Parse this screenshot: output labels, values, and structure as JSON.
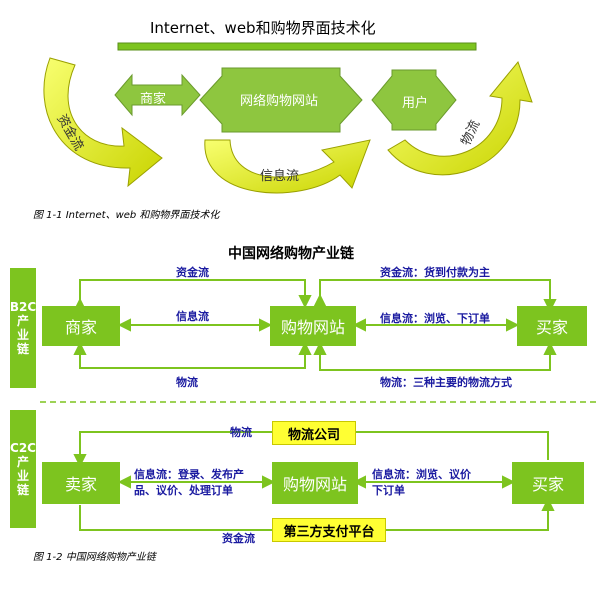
{
  "fig1": {
    "header": "Internet、web和购物界面技术化",
    "box_merchant": "商家",
    "box_site": "网络购物网站",
    "box_user": "用户",
    "flow_capital": "资金流",
    "flow_info": "信息流",
    "flow_logistics": "物流",
    "caption": "图 1-1 Internet、web 和购物界面技术化"
  },
  "fig2": {
    "title": "中国网络购物产业链",
    "b2c": {
      "side_label": [
        "B2C",
        "产",
        "业",
        "链"
      ],
      "merchant": "商家",
      "site": "购物网站",
      "buyer": "买家",
      "left_capital": "资金流",
      "left_info": "信息流",
      "left_logistics": "物流",
      "right_capital": "资金流：货到付款为主",
      "right_info": "信息流：浏览、下订单",
      "right_logistics": "物流：三种主要的物流方式"
    },
    "c2c": {
      "side_label": [
        "C2C",
        "产",
        "业",
        "链"
      ],
      "seller": "卖家",
      "site": "购物网站",
      "buyer": "买家",
      "logistics_label": "物流",
      "logistics_company": "物流公司",
      "left_info_line1": "信息流：登录、发布产",
      "left_info_line2": "品、议价、处理订单",
      "right_info_line1": "信息流：浏览、议价",
      "right_info_line2": "下订单",
      "capital_label": "资金流",
      "payment_platform": "第三方支付平台"
    },
    "caption": "图 1-2 中国网络购物产业链"
  },
  "colors": {
    "green": "#7dc41f",
    "yellow": "#ffff33",
    "blue_text": "#1a1aa0",
    "bar_green": "#7dc41f"
  }
}
